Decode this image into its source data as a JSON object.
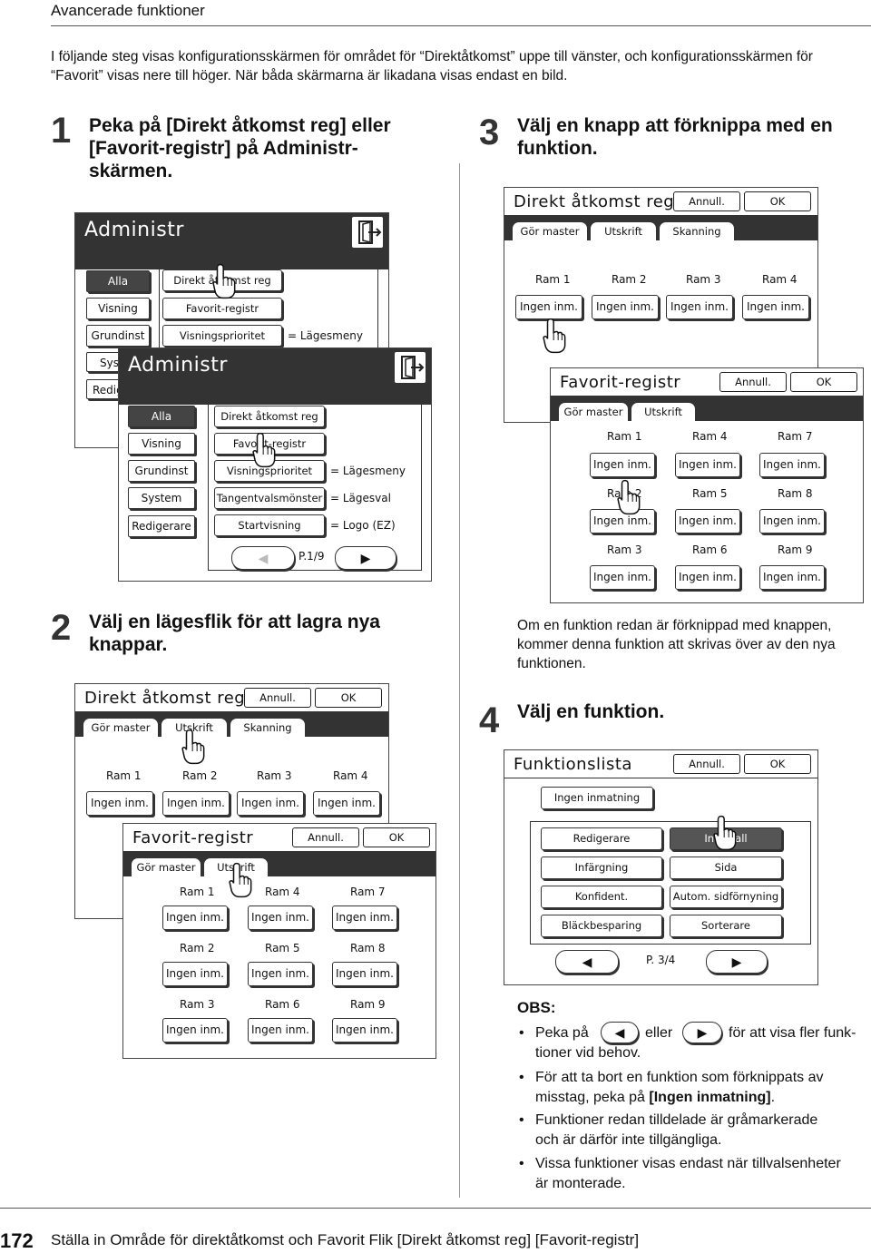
{
  "header": {
    "title": "Avancerade funktioner"
  },
  "intro": "I följande steg visas konfigurationsskärmen för området för “Direktåtkomst” uppe till vänster, och konfigurationsskärmen för “Favorit” visas nere till höger. När båda skärmarna är likadana visas endast en bild.",
  "step1": {
    "num": "1",
    "text": "Peka på [Direkt åtkomst reg] eller [Favorit-registr] på Administr-skärmen."
  },
  "step2": {
    "num": "2",
    "text": "Välj en lägesflik för att lagra nya knappar."
  },
  "step3": {
    "num": "3",
    "text": "Välj en knapp att förknippa med en funktion."
  },
  "step4": {
    "num": "4",
    "text": "Välj en funktion."
  },
  "step3_note": "Om en funktion redan är förknippad med knappen, kommer denna funktion att skrivas över av den nya funktionen.",
  "admin": {
    "title": "Administr",
    "side": [
      "Alla",
      "Visning",
      "Grundinst",
      "System",
      "Redigerare"
    ],
    "side_short": [
      "Alla",
      "Visning",
      "Grundinst",
      "Sys",
      "Redig"
    ],
    "items": [
      "Direkt åtkomst reg",
      "Favorit-registr",
      "Visningsprioritet",
      "Tangentvalsmönster",
      "Startvisning"
    ],
    "items_back": [
      "Direkt åtkomst reg",
      "Favorit-registr",
      "Visningsprioritet"
    ],
    "values": [
      "= Lägesmeny",
      "= Lägesval",
      "= Logo (EZ)"
    ],
    "page": "P.1/9"
  },
  "direct": {
    "title": "Direkt åtkomst reg",
    "cancel": "Annull.",
    "ok": "OK",
    "tabs": [
      "Gör master",
      "Utskrift",
      "Skanning"
    ],
    "frames": [
      "Ram 1",
      "Ram 2",
      "Ram 3",
      "Ram 4"
    ],
    "empty": "Ingen inm."
  },
  "favorite": {
    "title": "Favorit-registr",
    "cancel": "Annull.",
    "ok": "OK",
    "tabs": [
      "Gör master",
      "Utskrift"
    ],
    "frames": [
      "Ram 1",
      "Ram 4",
      "Ram 7",
      "Ram 2",
      "Ram 5",
      "Ram 8",
      "Ram 3",
      "Ram 6",
      "Ram 9"
    ],
    "empty": "Ingen inm."
  },
  "funclist": {
    "title": "Funktionslista",
    "cancel": "Annull.",
    "ok": "OK",
    "none": "Ingen inmatning",
    "items": [
      "Redigerare",
      "Intervall",
      "Infärgning",
      "Sida",
      "Konfident.",
      "Autom. sidförnyning",
      "Bläckbesparing",
      "Sorterare"
    ],
    "page": "P. 3/4"
  },
  "obs": {
    "title": "OBS:",
    "b1a": "Peka på",
    "b1b": "eller",
    "b1c": "för att visa fler funk-",
    "b1d": "tioner vid behov.",
    "b2a": "För att ta bort en funktion som förknippats av",
    "b2b": "misstag, peka på",
    "b2c": "[Ingen inmatning]",
    "b3a": "Funktioner redan tilldelade är gråmarkerade",
    "b3b": "och är därför inte tillgängliga.",
    "b4a": "Vissa funktioner visas endast när tillvalsenheter",
    "b4b": "är monterade."
  },
  "footer": {
    "page": "172",
    "text": "Ställa in Område för direktåtkomst och Favorit Flik [Direkt åtkomst reg] [Favorit-registr]"
  },
  "icons": [
    "exit-door-icon",
    "pointing-hand-icon",
    "left-arrow-icon",
    "right-arrow-icon"
  ]
}
